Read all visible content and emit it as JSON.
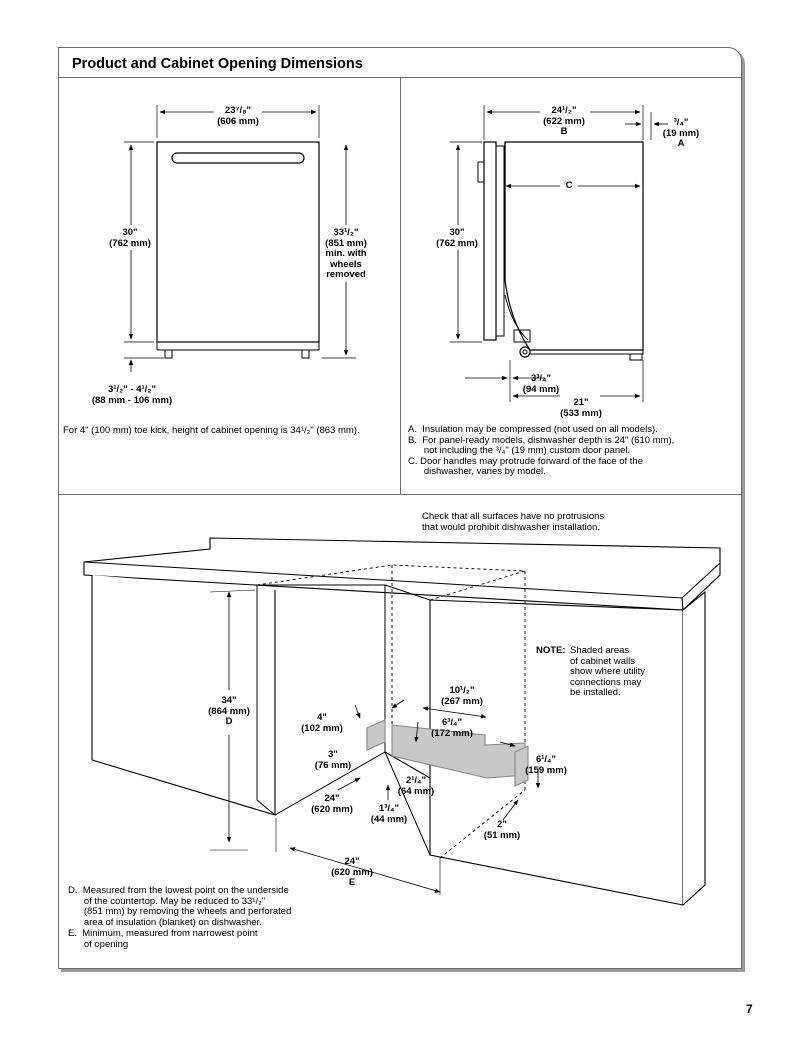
{
  "header": {
    "title": "Product and Cabinet Opening Dimensions"
  },
  "front": {
    "width_in": "23⁷/₈\"",
    "width_mm": "(606 mm)",
    "height_in": "30\"",
    "height_mm": "(762 mm)",
    "max_in": "33¹/₂\"",
    "max_mm": "(851 mm)",
    "max_note1": "min. with",
    "max_note2": "wheels",
    "max_note3": "removed",
    "toe_in": "3¹/₂\" - 4¹/₂\"",
    "toe_mm": "(88 mm - 106 mm)",
    "toe_kick_note": "For 4\" (100 mm) toe kick, height of cabinet opening is 34¹/₂\" (863 mm)."
  },
  "side": {
    "depth_in": "24¹/₂\"",
    "depth_mm": "(622 mm)",
    "depth_letter": "B",
    "panel_in": "³/₄\"",
    "panel_mm": "(19 mm)",
    "panel_letter": "A",
    "c_letter": "C",
    "height_in": "30\"",
    "height_mm": "(762 mm)",
    "foot_in": "3³/₄\"",
    "foot_mm": "(94 mm)",
    "base_in": "21\"",
    "base_mm": "(533 mm)",
    "notes": [
      "A.  Insulation may be compressed (not used on all models).",
      "B.  For panel-ready models, dishwasher depth is 24\" (610 mm),\n      not including the ³/₄\" (19 mm) custom door panel.",
      "C. Door handles may protrude forward of the face of the\n      dishwasher, varies by model."
    ]
  },
  "cabinet": {
    "check_note": "Check that all surfaces have no protrusions\nthat would prohibit dishwasher installation.",
    "note_label": "NOTE:",
    "note_text": "Shaded areas\nof cabinet walls\nshow where utility\nconnections may\nbe installed.",
    "height_in": "34\"",
    "height_mm": "(864 mm)",
    "height_letter": "D",
    "d4_in": "4\"",
    "d4_mm": "(102 mm)",
    "d3_in": "3\"",
    "d3_mm": "(76 mm)",
    "d24a_in": "24\"",
    "d24a_mm": "(620 mm)",
    "d134_in": "1³/₄\"",
    "d134_mm": "(44 mm)",
    "d214_in": "2¹/₄\"",
    "d214_mm": "(64 mm)",
    "d1012_in": "10¹/₂\"",
    "d1012_mm": "(267 mm)",
    "d634_in": "6³/₄\"",
    "d634_mm": "(172 mm)",
    "d614_in": "6¹/₄\"",
    "d614_mm": "(159 mm)",
    "d2_in": "2\"",
    "d2_mm": "(51 mm)",
    "d24e_in": "24\"",
    "d24e_mm": "(620 mm)",
    "d24e_letter": "E",
    "notes": [
      "D.  Measured from the lowest point on the underside\n      of the countertop. May be reduced to 33¹/₂\"\n      (851 mm) by removing the wheels and perforated\n      area of insulation (blanket) on dishwasher.",
      "E.  Minimum, measured from narrowest point\n      of opening"
    ]
  },
  "page_number": "7"
}
